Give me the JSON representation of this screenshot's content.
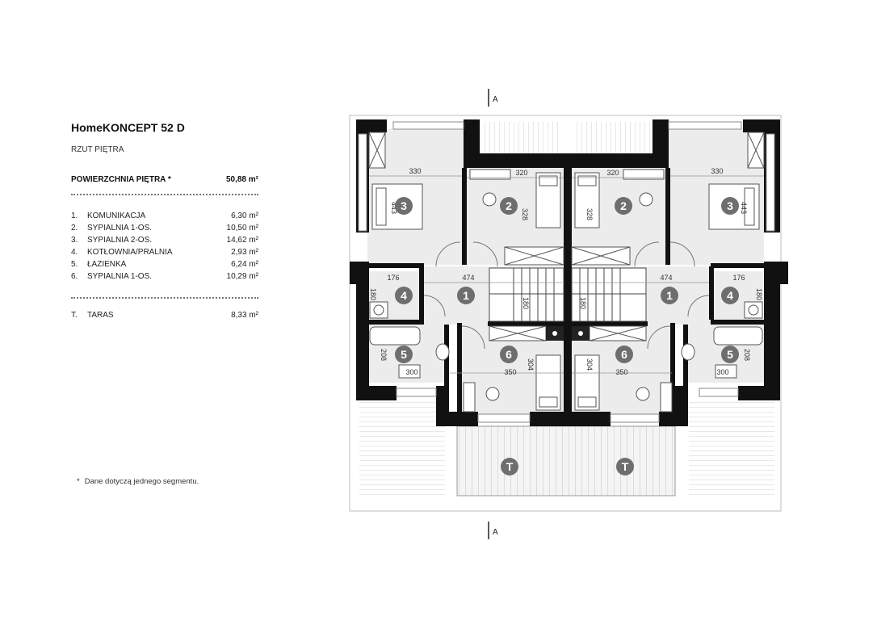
{
  "project": {
    "title": "HomeKONCEPT 52 D",
    "subtitle": "RZUT PIĘTRA"
  },
  "total": {
    "label": "POWIERZCHNIA PIĘTRA *",
    "value": "50,88 m²"
  },
  "rooms": [
    {
      "num": "1.",
      "name": "KOMUNIKACJA",
      "area": "6,30 m²"
    },
    {
      "num": "2.",
      "name": "SYPIALNIA 1-OS.",
      "area": "10,50 m²"
    },
    {
      "num": "3.",
      "name": "SYPIALNIA 2-OS.",
      "area": "14,62 m²"
    },
    {
      "num": "4.",
      "name": "KOTŁOWNIA/PRALNIA",
      "area": "2,93 m²"
    },
    {
      "num": "5.",
      "name": "ŁAZIENKA",
      "area": "6,24 m²"
    },
    {
      "num": "6.",
      "name": "SYPIALNIA 1-OS.",
      "area": "10,29 m²"
    }
  ],
  "terrace": {
    "num": "T.",
    "name": "TARAS",
    "area": "8,33 m²"
  },
  "footnote": {
    "star": "*",
    "text": "Dane dotyczą jednego segmentu."
  },
  "plan": {
    "section_mark": "A",
    "room_markers": [
      "1",
      "2",
      "3",
      "4",
      "5",
      "6",
      "T"
    ],
    "dimensions": {
      "room3_width": "330",
      "room3_depth": "443",
      "room2_width": "320",
      "room2_depth": "328",
      "hall_width": "474",
      "boiler_width": "176",
      "boiler_depth": "180",
      "stair_depth": "180",
      "bath_depth": "208",
      "bath_fixture": "300",
      "room6_width": "350",
      "room6_depth": "304"
    },
    "colors": {
      "wall": "#111111",
      "room_fill": "#ececec",
      "marker_fill": "#6e6e6e",
      "marker_text": "#ffffff",
      "terrace_fill": "#f1f1f1"
    }
  }
}
